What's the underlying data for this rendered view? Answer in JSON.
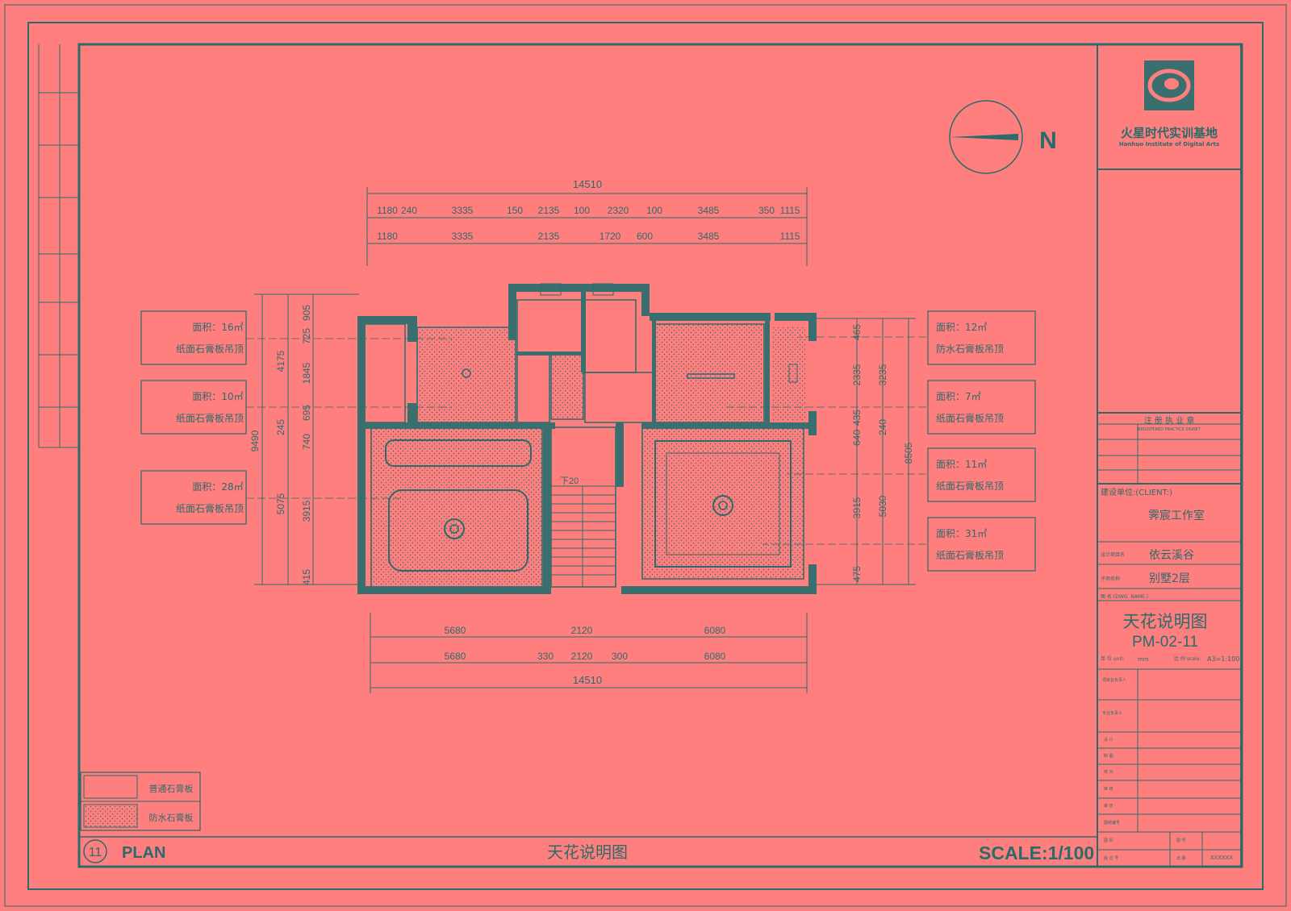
{
  "colors": {
    "paper": "#ff7f7f",
    "ink": "#2c6b6b",
    "wall": "#3a6f6f"
  },
  "north": {
    "label": "N"
  },
  "logo": {
    "name": "火星时代实训基地",
    "english": "Hanhuo Institute of Digital Arts"
  },
  "dims": {
    "top_total": "14510",
    "top_row1": [
      "1180",
      "240",
      "3335",
      "150",
      "2135",
      "100",
      "2320",
      "100",
      "3485",
      "350",
      "1115"
    ],
    "top_row2": [
      "1180",
      "3335",
      "2135",
      "1720",
      "600",
      "3485",
      "1115"
    ],
    "bottom_row1": [
      "5680",
      "2120",
      "6080"
    ],
    "bottom_row2": [
      "5680",
      "330",
      "2120",
      "300",
      "6080"
    ],
    "bottom_total": "14510",
    "left_outer": "9490",
    "left_mid": [
      "4175",
      "245",
      "5075"
    ],
    "left_inner": [
      "905",
      "725",
      "1845",
      "695",
      "740",
      "3915",
      "415"
    ],
    "right_inner": [
      "465",
      "2335",
      "435",
      "640",
      "3915",
      "475"
    ],
    "right_mid": [
      "3235",
      "240",
      "5030"
    ],
    "right_outer": "8505"
  },
  "stair_label": "下20",
  "notes_left": [
    {
      "area": "面积：16㎡",
      "type": "纸面石膏板吊顶"
    },
    {
      "area": "面积：10㎡",
      "type": "纸面石膏板吊顶"
    },
    {
      "area": "面积：28㎡",
      "type": "纸面石膏板吊顶"
    }
  ],
  "notes_right": [
    {
      "area": "面积：12㎡",
      "type": "防水石膏板吊顶"
    },
    {
      "area": "面积：7㎡",
      "type": "纸面石膏板吊顶"
    },
    {
      "area": "面积：11㎡",
      "type": "纸面石膏板吊顶"
    },
    {
      "area": "面积：31㎡",
      "type": "纸面石膏板吊顶"
    }
  ],
  "legend": [
    {
      "label": "普通石膏板"
    },
    {
      "label": "防水石膏板"
    }
  ],
  "footer": {
    "num": "11",
    "plan": "PLAN",
    "title": "天花说明图",
    "scale": "SCALE:1/100"
  },
  "titleblock": {
    "seal": "注 册 执 业 章",
    "seal_en": "REGISTERED PRACTICE SIGNET",
    "client_label": "建设单位:(CLIENT:)",
    "client": "霁宸工作室",
    "project_label": "设计项目名",
    "project": "依云溪谷",
    "sub_label": "子项名称",
    "sub": "别墅2层",
    "drawing_label": "图 名:(DWG. NAME.)",
    "drawing_name": "天花说明图",
    "drawing_no": "PM-02-11",
    "unit_label": "单 位 unit:",
    "unit": "mm",
    "scale_label": "比 例 scale:",
    "scale": "A3=1:100",
    "rows": [
      "项目总负责人",
      "专业负责人",
      "设 计",
      "制 图",
      "校 对",
      "审 核",
      "审 定",
      "图纸编号"
    ],
    "bottom": [
      "图 别",
      "图 号",
      "版 次 号",
      "日 期"
    ],
    "date": "XXXXXX"
  }
}
